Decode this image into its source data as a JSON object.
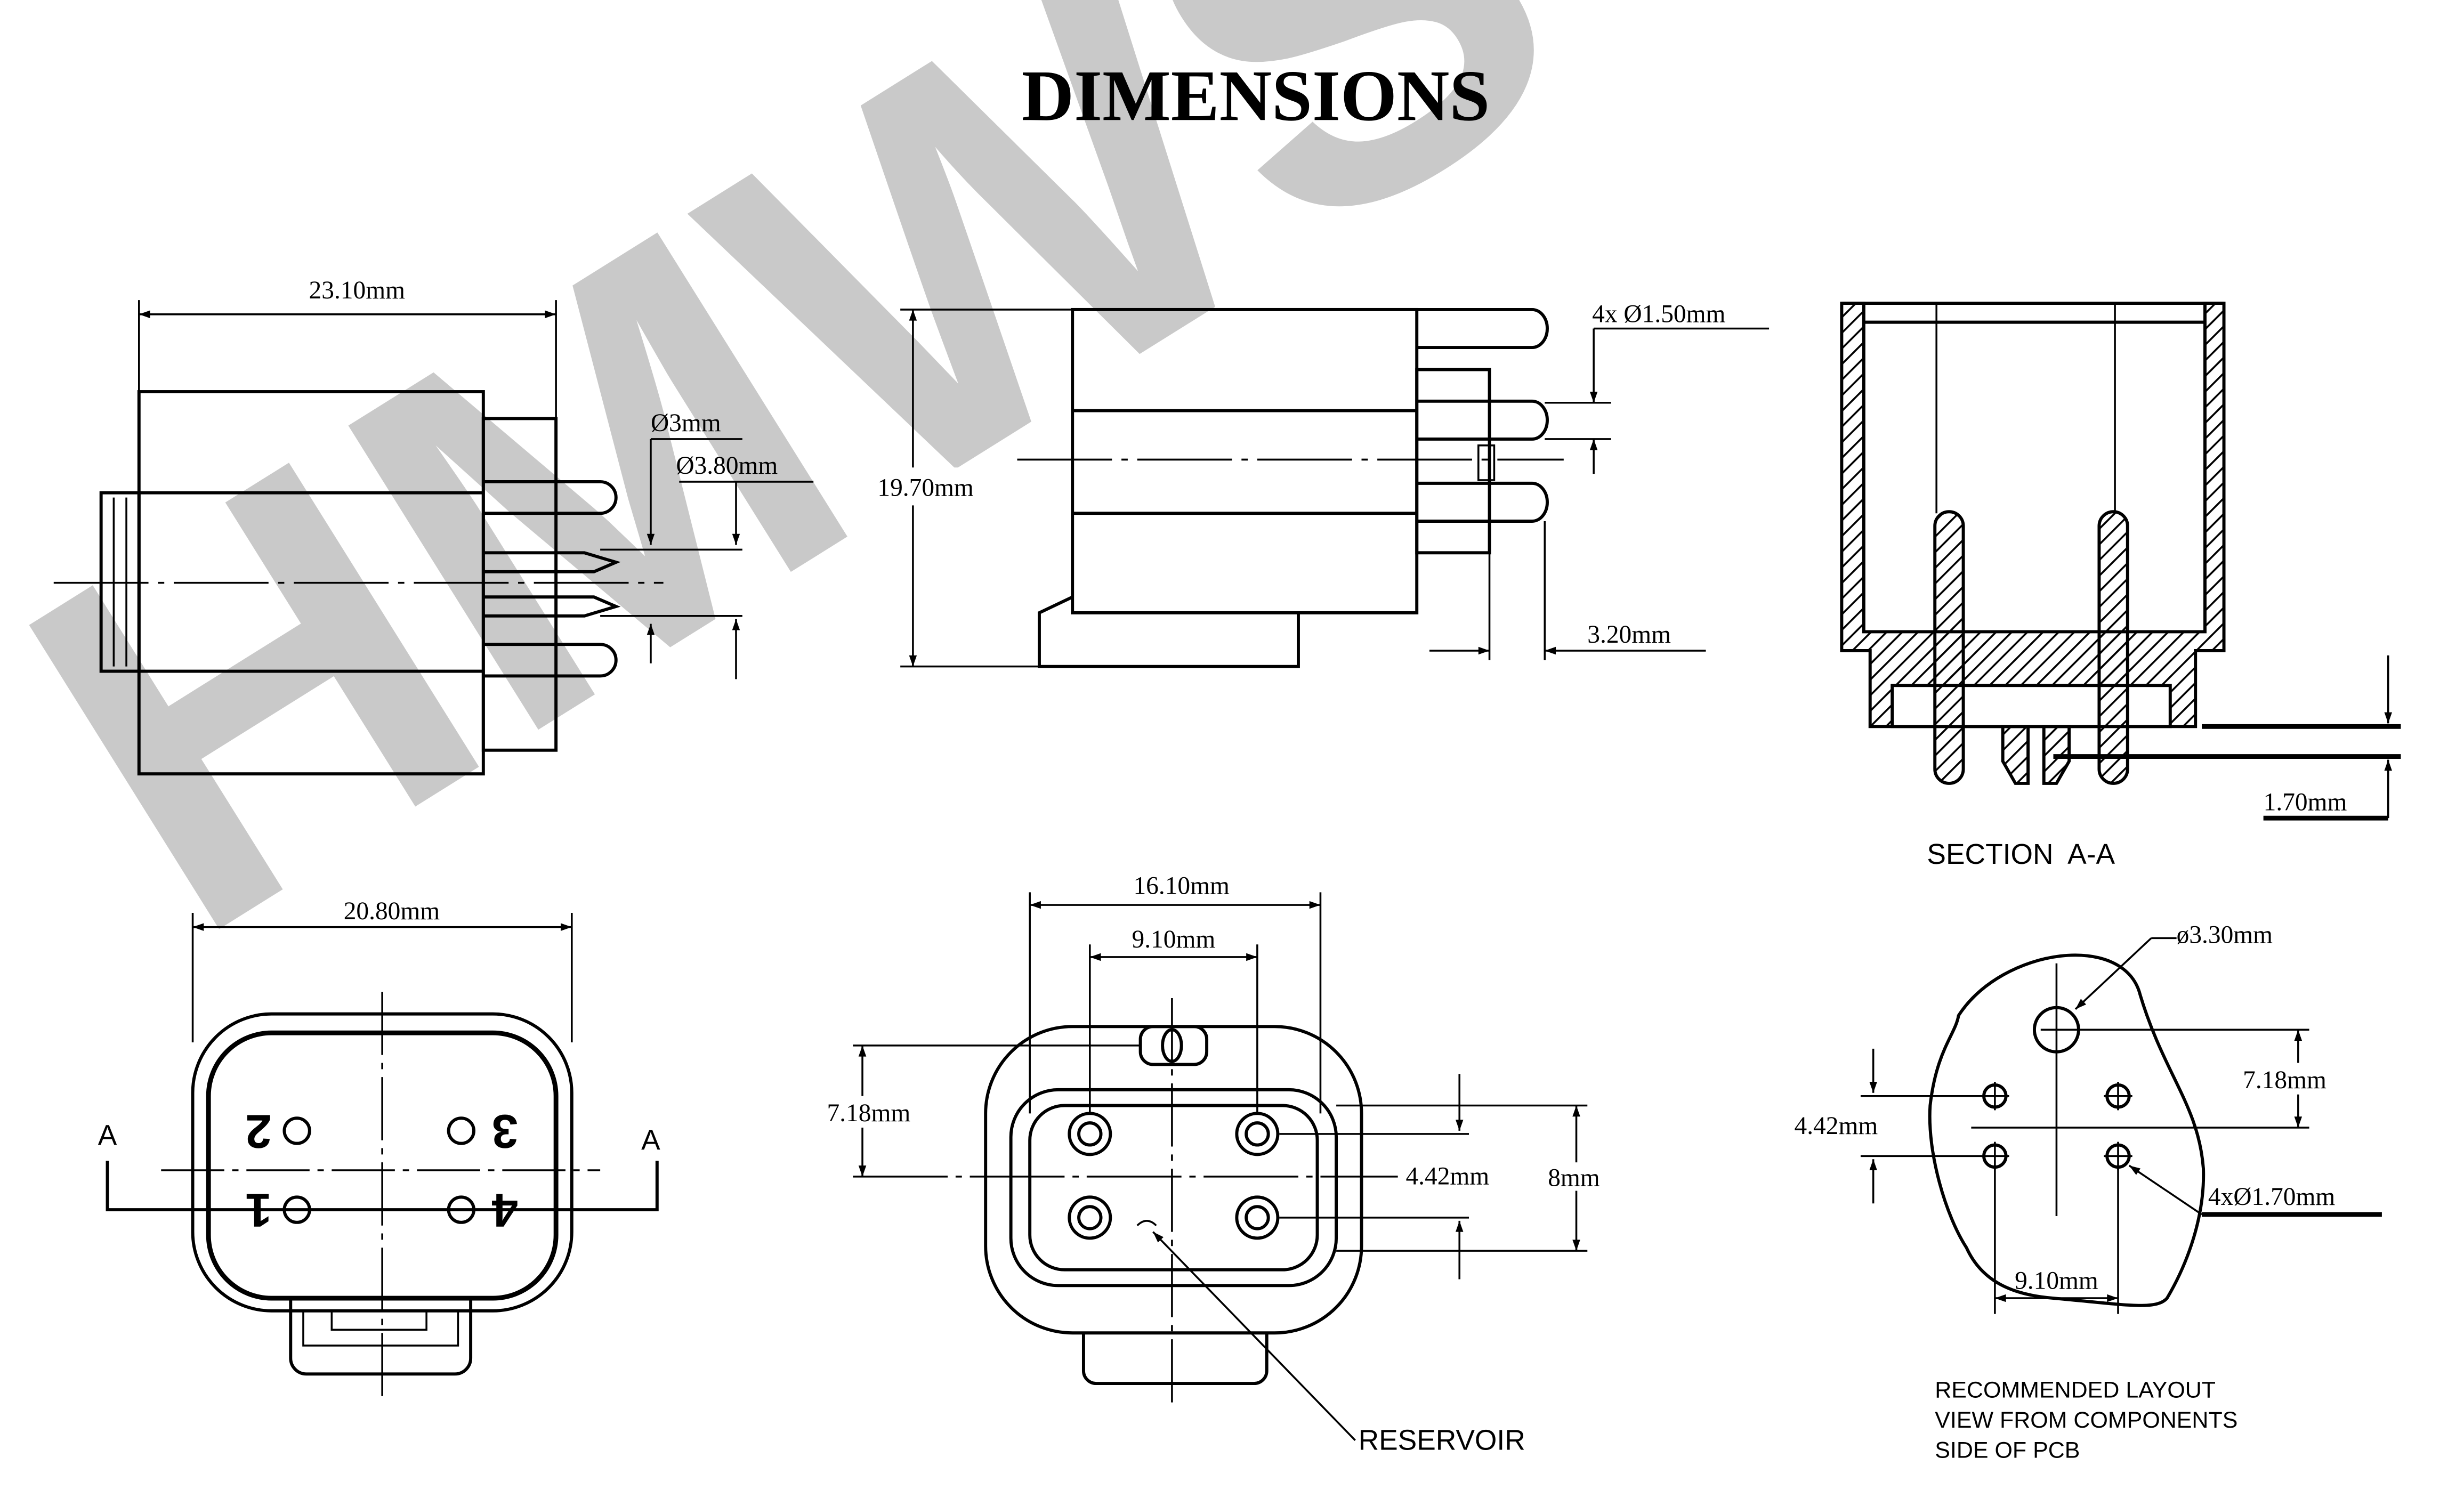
{
  "title": "DIMENSIONS",
  "watermark": "HMWS",
  "colors": {
    "line": "#000000",
    "watermark": "#c9c9c9",
    "background": "#ffffff"
  },
  "side_view": {
    "width": "23.10mm",
    "pin_dia": "Ø3mm",
    "hole_dia": "Ø3.80mm"
  },
  "front_side_view": {
    "height": "19.70mm",
    "pin_dia": "4x Ø1.50mm",
    "pin_offset": "3.20mm"
  },
  "section": {
    "label": "SECTION  A-A",
    "standoff": "1.70mm"
  },
  "bottom_view": {
    "width": "20.80mm",
    "section_mark": "A",
    "pins": [
      "2",
      "3",
      "1",
      "4"
    ]
  },
  "top_view": {
    "width": "16.10mm",
    "pin_spacing_x": "9.10mm",
    "offset_y": "7.18mm",
    "pin_spacing_y": "4.42mm",
    "height": "8mm",
    "reservoir": "RESERVOIR"
  },
  "layout": {
    "large_hole": "ø3.30mm",
    "offset_y": "7.18mm",
    "pin_spacing_y": "4.42mm",
    "pin_dia": "4xØ1.70mm",
    "pin_spacing_x": "9.10mm",
    "note": [
      "RECOMMENDED LAYOUT",
      "VIEW FROM COMPONENTS",
      "SIDE OF PCB"
    ]
  }
}
